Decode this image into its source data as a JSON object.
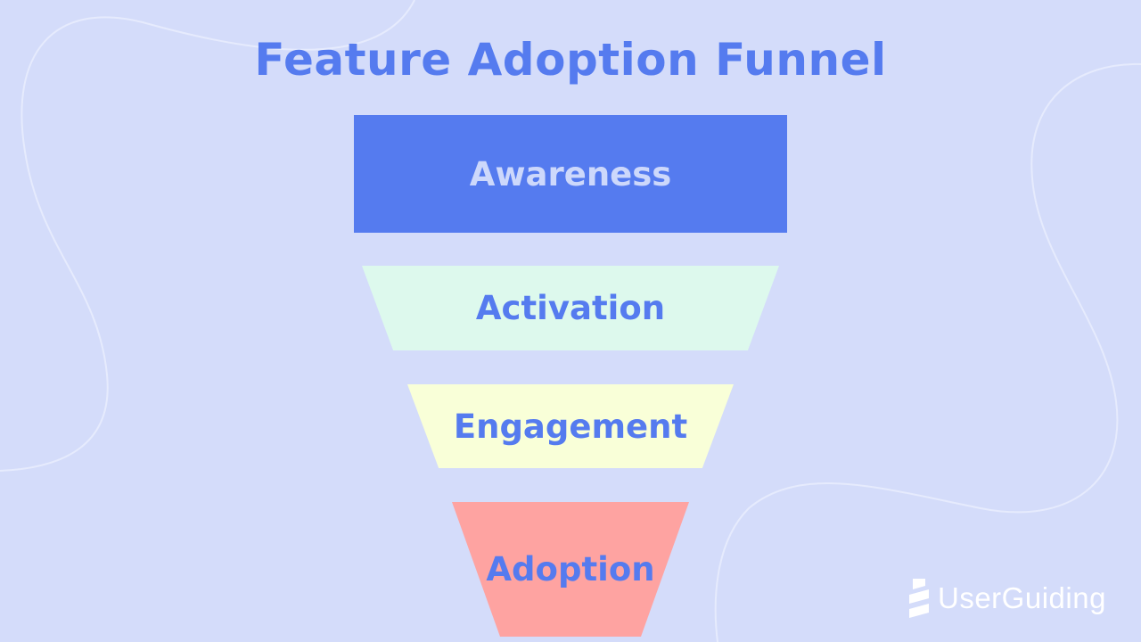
{
  "title": "Feature Adoption Funnel",
  "stages": [
    {
      "label": "Awareness",
      "fill": "#557bef",
      "text_color": "#cdd8fb"
    },
    {
      "label": "Activation",
      "fill": "#ddf9ed",
      "text_color": "#557bef"
    },
    {
      "label": "Engagement",
      "fill": "#f9ffd8",
      "text_color": "#557bef"
    },
    {
      "label": "Adoption",
      "fill": "#fea3a1",
      "text_color": "#557bef"
    }
  ],
  "brand": {
    "name": "UserGuiding",
    "logo_icon": "userguiding-logo-icon"
  },
  "colors": {
    "background": "#d4dcfa",
    "accent": "#557bef",
    "decorative_lines": "#e6ebfd"
  }
}
